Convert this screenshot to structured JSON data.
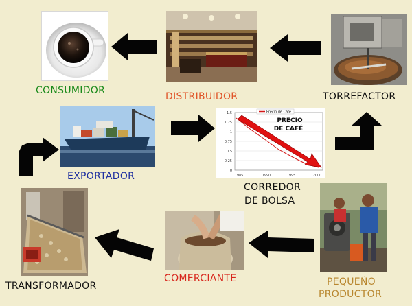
{
  "nodes": {
    "consumidor": {
      "label": "CONSUMIDOR",
      "color": "#1a8a1a"
    },
    "distribuidor": {
      "label": "DISTRIBUIDOR",
      "color": "#e0552a"
    },
    "torrefactor": {
      "label": "TORREFACTOR",
      "color": "#111111"
    },
    "exportador": {
      "label": "EXPORTADOR",
      "color": "#1f2fa0"
    },
    "corredor": {
      "label_line1": "CORREDOR",
      "label_line2": "DE BOLSA",
      "color": "#111111"
    },
    "transformador": {
      "label": "TRANSFORMADOR",
      "color": "#111111"
    },
    "comerciante": {
      "label": "COMERCIANTE",
      "color": "#d8281e"
    },
    "productor": {
      "label_line1": "PEQUEÑO",
      "label_line2": "PRODUCTOR",
      "color": "#b8862e"
    }
  },
  "price_chart": {
    "legend": "Precio de Café",
    "annotation_line1": "PRECIO",
    "annotation_line2": "DE CAFÉ",
    "y_ticks": [
      "1.5",
      "1.25",
      "1",
      "0.75",
      "0.5",
      "0.25",
      "0"
    ],
    "x_ticks": [
      "1985",
      "1990",
      "1995",
      "2000"
    ]
  }
}
